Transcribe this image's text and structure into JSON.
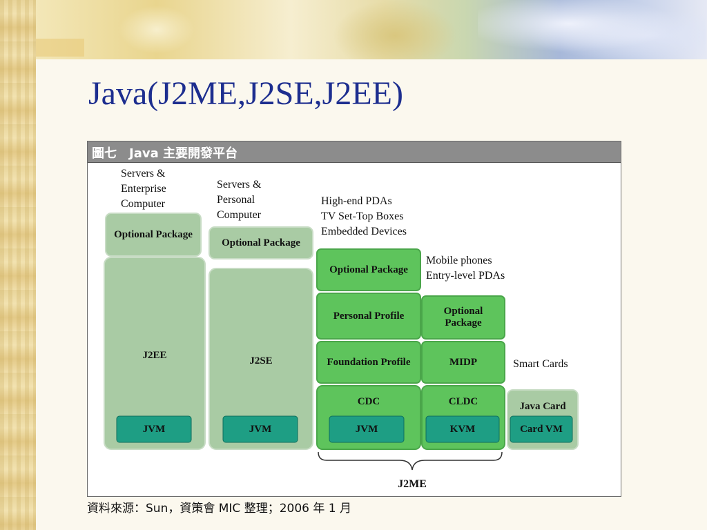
{
  "slide": {
    "title": "Java(J2ME,J2SE,J2EE)"
  },
  "figure": {
    "header": "圖七　Java 主要開發平台",
    "caption": "資料來源：Sun，資策會 MIC 整理；2006 年 1 月",
    "columns": [
      {
        "name": "J2EE",
        "target": [
          "Servers &",
          "Enterprise",
          "Computer"
        ],
        "optional": "Optional Package",
        "vm": "JVM"
      },
      {
        "name": "J2SE",
        "target": [
          "Servers &",
          "Personal",
          "Computer"
        ],
        "optional": "Optional Package",
        "vm": "JVM"
      },
      {
        "name": "CDC",
        "target": [
          "High-end PDAs",
          "TV Set-Top Boxes",
          "Embedded Devices"
        ],
        "optional": "Optional Package",
        "profiles": [
          "Personal Profile",
          "Foundation Profile"
        ],
        "vm": "JVM"
      },
      {
        "name": "CLDC",
        "target": [
          "Mobile phones",
          "Entry-level PDAs"
        ],
        "optional": "Optional Package",
        "profiles": [
          "MIDP"
        ],
        "vm": "KVM"
      },
      {
        "name": "Java Card",
        "target": [
          "Smart Cards"
        ],
        "vm": "Card VM"
      }
    ],
    "group_label": "J2ME",
    "colors": {
      "pale_green": "#a9cba4",
      "mid_green": "#5ec45c",
      "teal": "#1e9e84",
      "header_gray": "#8c8c8c"
    }
  }
}
